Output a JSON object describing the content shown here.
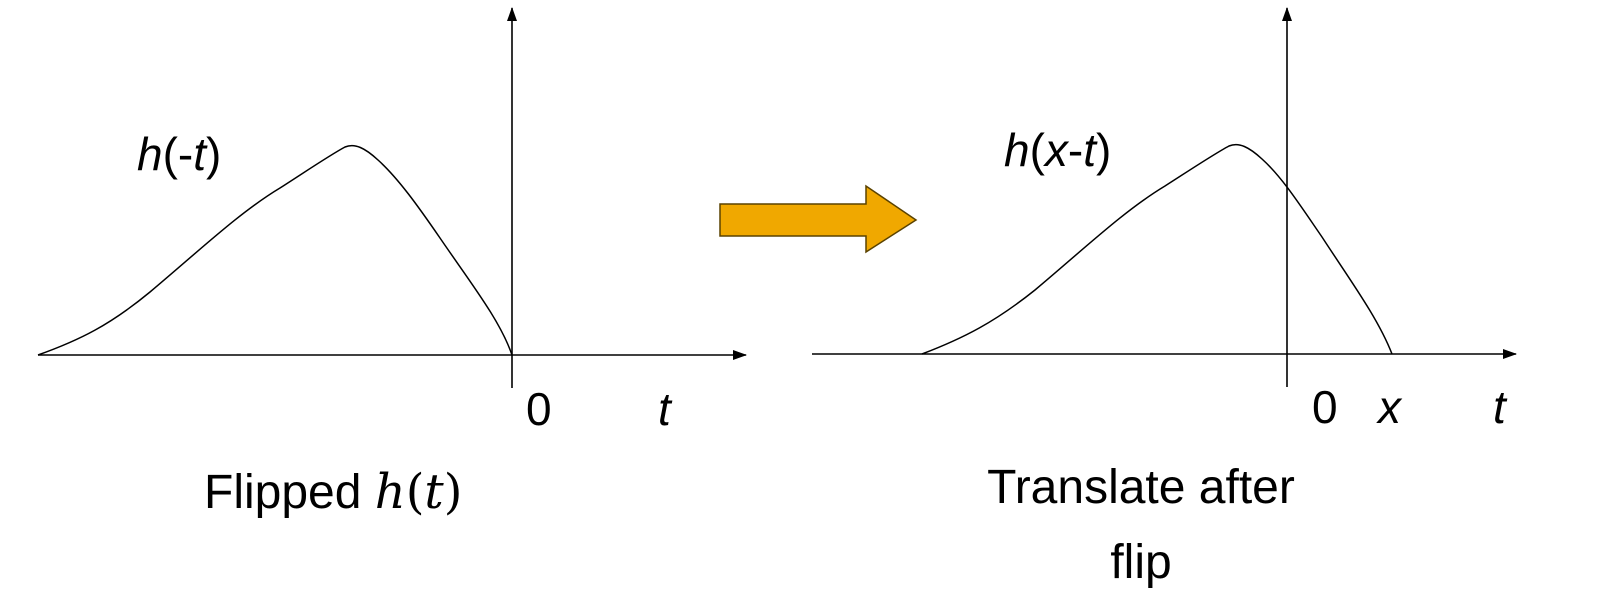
{
  "left_panel": {
    "curve_label": {
      "h": "h",
      "open": "(",
      "minus": "-",
      "t": "t",
      "close": ")"
    },
    "origin_label": "0",
    "axis_label": "t",
    "caption": {
      "prefix": "Flipped ",
      "func": "h",
      "open": "(",
      "arg": "t",
      "close": ")"
    }
  },
  "arrow": {
    "color": "#F0A800",
    "outline": "#5a4200"
  },
  "right_panel": {
    "curve_label": {
      "h": "h",
      "open": "(",
      "x": "x",
      "minus": "-",
      "t": "t",
      "close": ")"
    },
    "origin_label": "0",
    "shift_label": "x",
    "axis_label": "t",
    "caption_line1": "Translate after",
    "caption_line2": "flip"
  }
}
